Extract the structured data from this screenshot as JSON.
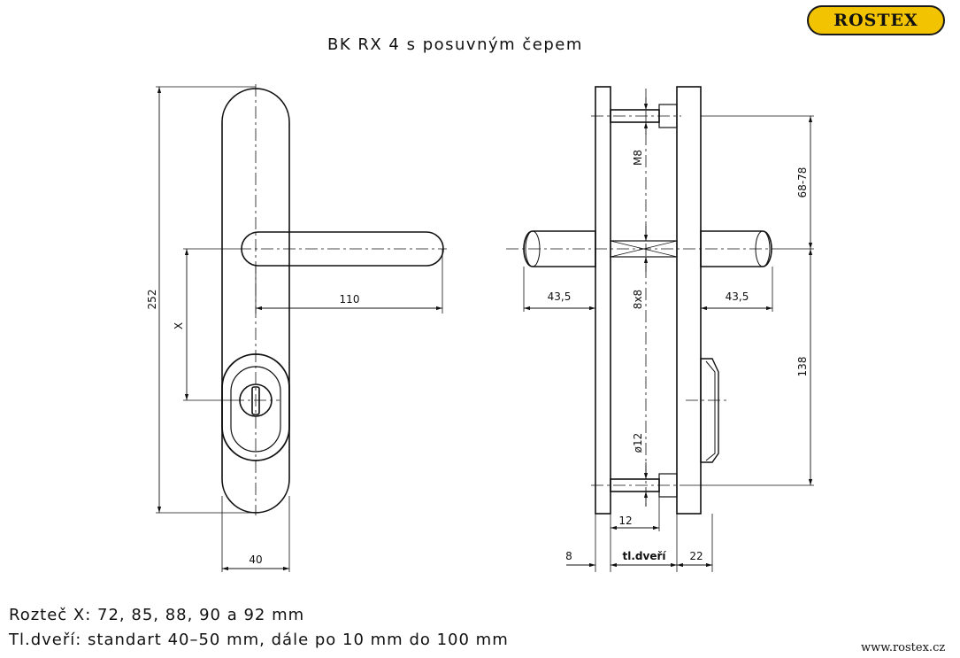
{
  "brand": {
    "logo_text": "ROSTEX",
    "website": "www.rostex.cz"
  },
  "title": "BK RX 4 s posuvným čepem",
  "notes": {
    "spacing": "Rozteč X: 72, 85, 88, 90 a 92 mm",
    "door_thickness": "Tl.dveří: standart 40–50 mm, dále po 10 mm do 100 mm"
  },
  "front_view": {
    "dim_height": "252",
    "dim_x": "X",
    "dim_lever": "110",
    "dim_width": "40"
  },
  "side_view": {
    "dim_screw": "M8",
    "dim_range": "68-78",
    "dim_square": "8x8",
    "dim_lever_left": "43,5",
    "dim_lever_right": "43,5",
    "dim_lower": "138",
    "dim_diameter": "ø12",
    "dim_12": "12",
    "dim_8": "8",
    "dim_door": "tl.dveří",
    "dim_22": "22"
  }
}
